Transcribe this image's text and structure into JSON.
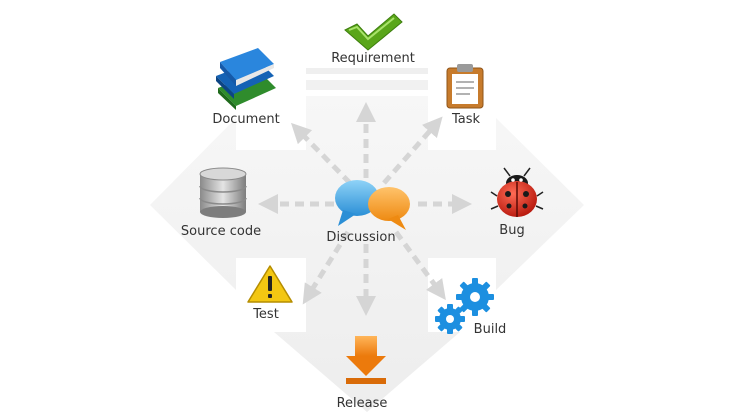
{
  "diagram": {
    "center": {
      "label": "Discussion",
      "icon": "speech-bubbles-icon"
    },
    "nodes": {
      "requirement": {
        "label": "Requirement",
        "icon": "checkmark-icon"
      },
      "document": {
        "label": "Document",
        "icon": "books-icon"
      },
      "task": {
        "label": "Task",
        "icon": "clipboard-icon"
      },
      "source_code": {
        "label": "Source code",
        "icon": "database-icon"
      },
      "bug": {
        "label": "Bug",
        "icon": "ladybug-icon"
      },
      "test": {
        "label": "Test",
        "icon": "warning-icon"
      },
      "build": {
        "label": "Build",
        "icon": "gears-icon"
      },
      "release": {
        "label": "Release",
        "icon": "download-arrow-icon"
      }
    }
  },
  "colors": {
    "background_arrow": "#f3f3f3",
    "connector": "#d7d7d7",
    "check_green": "#5aa61a",
    "books_blue": "#1d6fc4",
    "bubble_blue": "#3fa9e6",
    "bubble_orange": "#f39a22",
    "bug_red": "#d4271a",
    "warning_yellow": "#f1c40f",
    "gear_blue": "#1c8fe0",
    "release_orange": "#f28a17"
  }
}
